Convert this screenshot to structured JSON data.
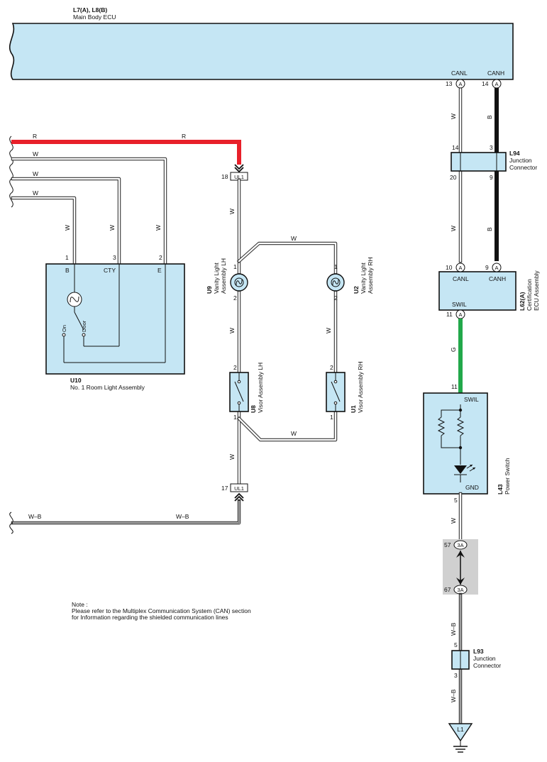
{
  "colors": {
    "box_fill": "#c5e6f4",
    "wire_red": "#e8202a",
    "wire_green": "#22a84a",
    "wire_black": "#111111",
    "shield_gray": "#d0d0d0"
  },
  "ecu": {
    "id": "L7(A), L8(B)",
    "name": "Main Body ECU",
    "pin_canl_label": "CANL",
    "pin_canh_label": "CANH",
    "pin_canl_num": "13",
    "pin_canh_num": "14",
    "pin_letter": "A"
  },
  "l94": {
    "id": "L94",
    "name_line1": "Junction",
    "name_line2": "Connector",
    "pin_14": "14",
    "pin_3": "3",
    "pin_20": "20",
    "pin_9": "9"
  },
  "l62": {
    "id": "L62(A)",
    "name_line1": "Certification",
    "name_line2": "ECU Assembly",
    "canl": "CANL",
    "canh": "CANH",
    "swil": "SWIL",
    "pin_10": "10",
    "pin_9": "9",
    "pin_11": "11",
    "pin_letter": "A"
  },
  "l43": {
    "id": "L43",
    "name": "Power Switch",
    "swil": "SWIL",
    "gnd": "GND",
    "pin_11": "11",
    "pin_5": "5"
  },
  "shield": {
    "pin_57": "57",
    "pin_67": "67",
    "conn": "3A"
  },
  "l93": {
    "id": "L93",
    "name_line1": "Junction",
    "name_line2": "Connector",
    "pin_5": "5",
    "pin_3": "3"
  },
  "ground": {
    "label": "L1"
  },
  "u10": {
    "id": "U10",
    "name": "No.  1 Room Light Assembly",
    "b": "B",
    "cty": "CTY",
    "e": "E",
    "pin_1": "1",
    "pin_3": "3",
    "pin_2": "2",
    "on": "On",
    "door": "Door"
  },
  "ul1": {
    "label": "UL1",
    "pin_18": "18",
    "pin_17": "17"
  },
  "u9": {
    "id": "U9",
    "name_line1": "Vanity Light",
    "name_line2": "Assembly LH",
    "pin_1": "1",
    "pin_2": "2"
  },
  "u2": {
    "id": "U2",
    "name_line1": "Vanity Light",
    "name_line2": "Assembly RH",
    "pin_1": "1",
    "pin_2": "2"
  },
  "u8": {
    "id": "U8",
    "name": "Visor Assembly LH",
    "pin_2": "2",
    "pin_1": "1"
  },
  "u1": {
    "id": "U1",
    "name": "Visor Assembly RH",
    "pin_2": "2",
    "pin_1": "1"
  },
  "wire_colors": {
    "w": "W",
    "b": "B",
    "g": "G",
    "r": "R",
    "wb": "W–B"
  },
  "note": {
    "line1": "Note :",
    "line2": "Please refer to the Multiplex Communication System (CAN) section",
    "line3": "for Information regarding the shielded communication lines"
  }
}
